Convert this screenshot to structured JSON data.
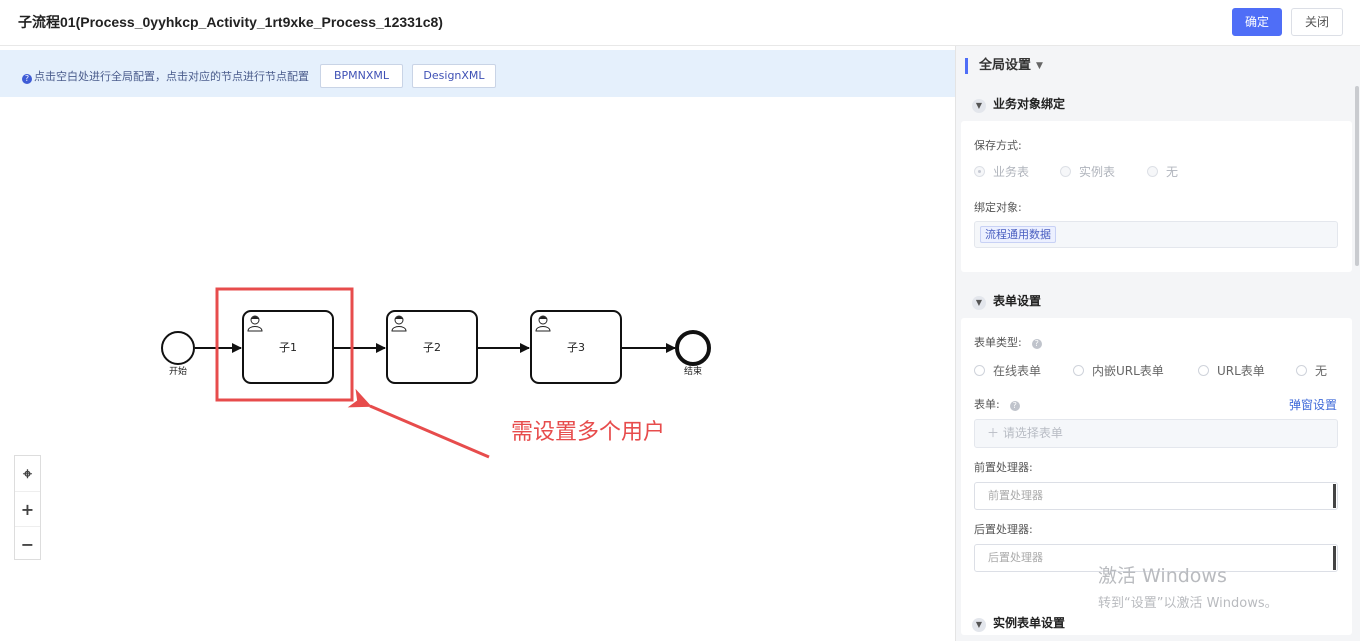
{
  "header": {
    "title": "子流程01(Process_0yyhkcp_Activity_1rt9xke_Process_12331c8)",
    "confirm_label": "确定",
    "close_label": "关闭"
  },
  "canvas": {
    "tip": "点击空白处进行全局配置，点击对应的节点进行节点配置",
    "bpmn_xml_label": "BPMNXML",
    "design_xml_label": "DesignXML",
    "nodes": {
      "start_label": "开始",
      "task1_label": "子1",
      "task2_label": "子2",
      "task3_label": "子3",
      "end_label": "结束"
    },
    "annotation": "需设置多个用户",
    "zoom": {
      "move_icon": "move-icon",
      "zoom_in_icon": "plus-icon",
      "zoom_out_icon": "minus-icon"
    },
    "colors": {
      "highlight": "#e74c4c",
      "tip_bg": "#e5f0fc",
      "primary": "#4f6ef7"
    }
  },
  "panel": {
    "title": "全局设置",
    "business_binding": {
      "title": "业务对象绑定",
      "save_mode_label": "保存方式:",
      "options": [
        "业务表",
        "实例表",
        "无"
      ],
      "bind_object_label": "绑定对象:",
      "bind_object_tag": "流程通用数据"
    },
    "form_settings": {
      "title": "表单设置",
      "form_type_label": "表单类型:",
      "form_type_options": [
        "在线表单",
        "内嵌URL表单",
        "URL表单",
        "无"
      ],
      "form_label": "表单:",
      "popup_settings_link": "弹窗设置",
      "select_form_placeholder": "请选择表单",
      "pre_handler_label": "前置处理器:",
      "pre_handler_placeholder": "前置处理器",
      "post_handler_label": "后置处理器:",
      "post_handler_placeholder": "后置处理器"
    },
    "instance_form": {
      "title": "实例表单设置"
    }
  },
  "watermark": {
    "line1": "激活 Windows",
    "line2": "转到“设置”以激活 Windows。"
  }
}
